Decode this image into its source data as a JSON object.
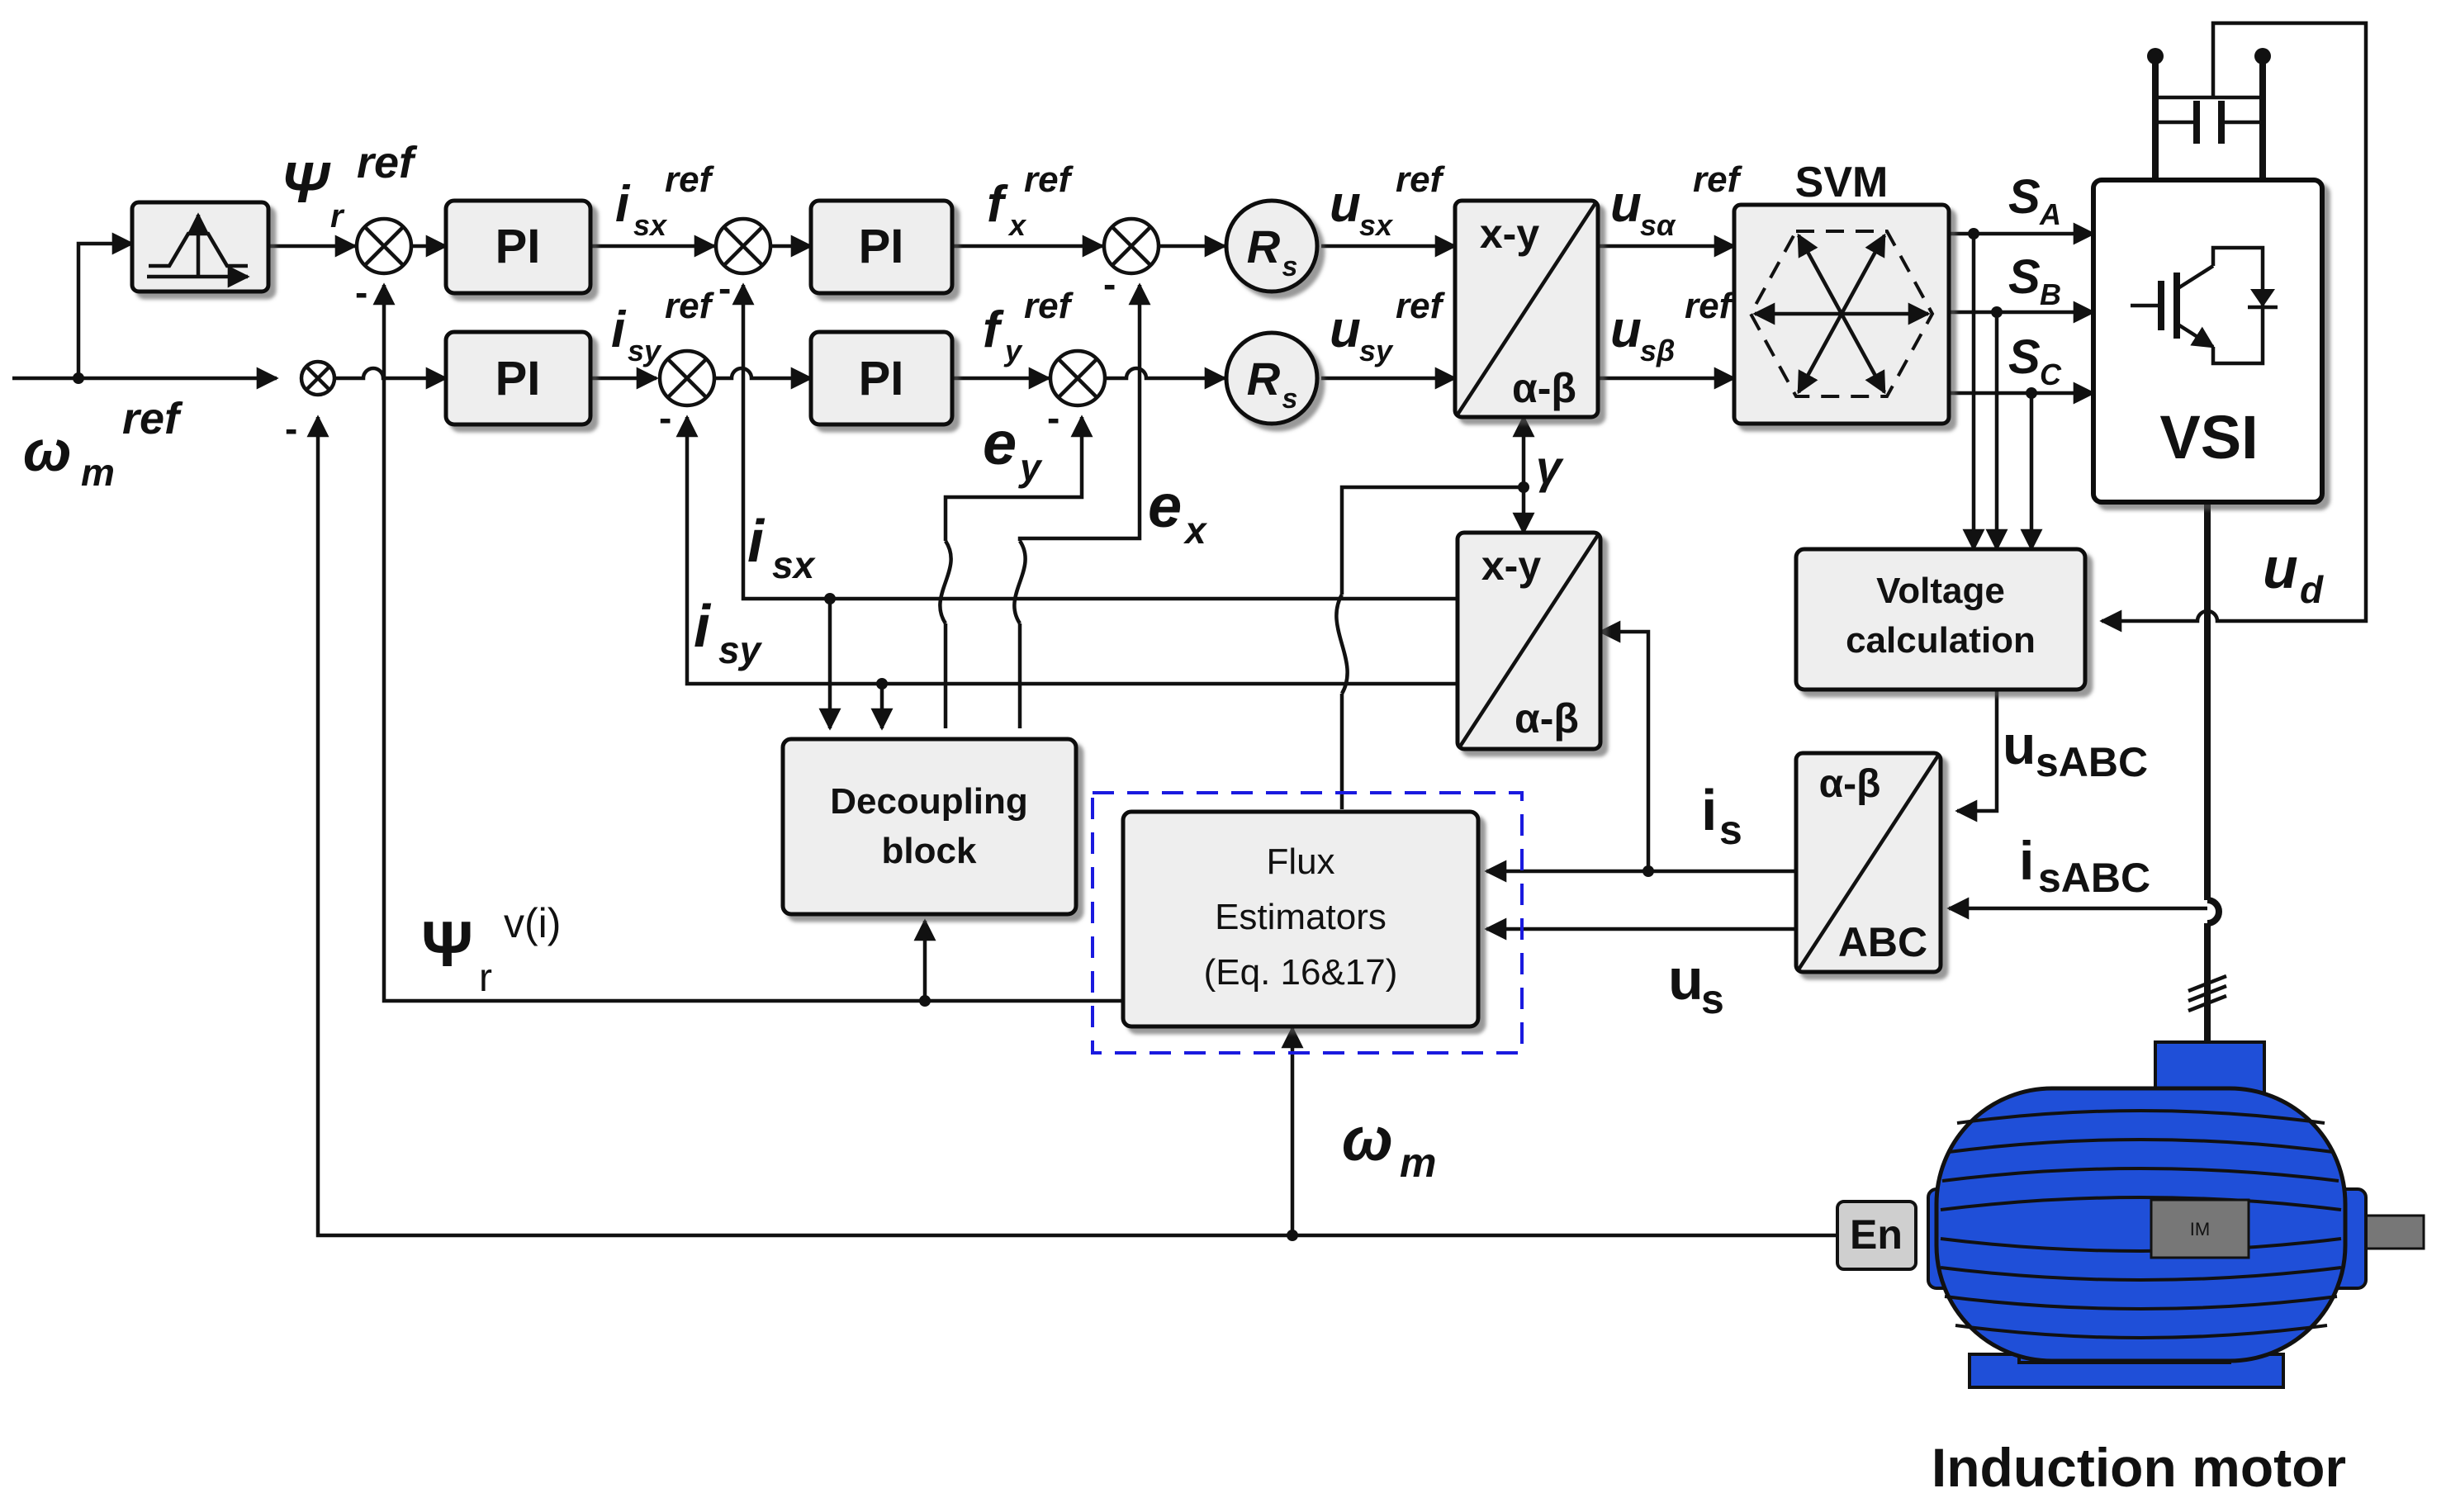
{
  "blocks": {
    "pi": "PI",
    "rs": "R",
    "rs_sub": "s",
    "xy": "x-y",
    "ab": "α-β",
    "svm": "SVM",
    "vsi": "VSI",
    "voltage_calc": [
      "Voltage",
      "calculation"
    ],
    "decoupling": [
      "Decoupling",
      "block"
    ],
    "flux": [
      "Flux",
      "Estimators",
      "(Eq. 16&17)"
    ],
    "abc": "ABC",
    "en": "En",
    "im": "IM"
  },
  "signals": {
    "omega_m_ref": {
      "main": "ω",
      "sub": "m",
      "sup": "ref"
    },
    "psi_r_ref": {
      "main": "Ψ",
      "sub": "r",
      "sup": "ref"
    },
    "isx_ref": {
      "main": "i",
      "sub": "sx",
      "sup": "ref"
    },
    "isy_ref": {
      "main": "i",
      "sub": "sy",
      "sup": "ref"
    },
    "fx_ref": {
      "main": "f",
      "sub": "x",
      "sup": "ref"
    },
    "fy_ref": {
      "main": "f",
      "sub": "y",
      "sup": "ref"
    },
    "usx_ref": {
      "main": "u",
      "sub": "sx",
      "sup": "ref"
    },
    "usy_ref": {
      "main": "u",
      "sub": "sy",
      "sup": "ref"
    },
    "usalpha_ref": {
      "main": "u",
      "sub": "sα",
      "sup": "ref"
    },
    "usbeta_ref": {
      "main": "u",
      "sub": "sβ",
      "sup": "ref"
    },
    "sa": {
      "main": "S",
      "sub": "A"
    },
    "sb": {
      "main": "S",
      "sub": "B"
    },
    "sc": {
      "main": "S",
      "sub": "C"
    },
    "ud": {
      "main": "u",
      "sub": "d"
    },
    "ey": {
      "main": "e",
      "sub": "y"
    },
    "ex": {
      "main": "e",
      "sub": "x"
    },
    "gamma": "γ",
    "isx": {
      "main": "i",
      "sub": "sx"
    },
    "isy": {
      "main": "i",
      "sub": "sy"
    },
    "usabc": {
      "main": "u",
      "sub": "sABC"
    },
    "isabc": {
      "main": "i",
      "sub": "sABC"
    },
    "is": {
      "main": "i",
      "sub": "s"
    },
    "us": {
      "main": "u",
      "sub": "s"
    },
    "psi_r_vi": {
      "main": "Ψ",
      "sub": "r",
      "sup": "v(i)"
    },
    "omega_m": {
      "main": "ω",
      "sub": "m"
    }
  },
  "minus": "-",
  "motor_caption": "Induction motor",
  "colors": {
    "block_fill": "#eeeeee",
    "motor_blue": "#1f4fd8",
    "dashed_box": "#1a1adf"
  }
}
